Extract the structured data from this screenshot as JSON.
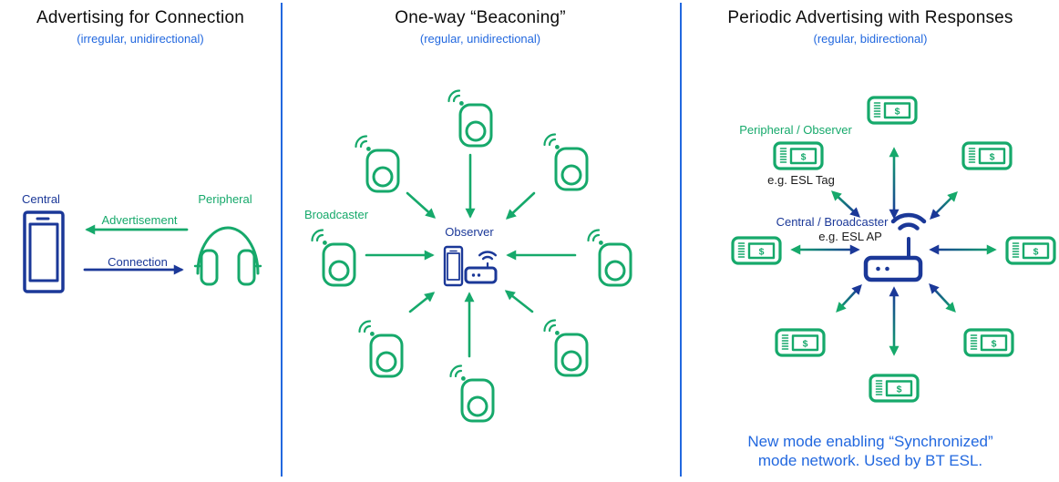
{
  "colors": {
    "green": "#16A96B",
    "dark_blue": "#1B3898",
    "bright_blue": "#2268DF",
    "text_black": "#0D0D0D"
  },
  "icons": {
    "dollar_glyph": "$"
  },
  "panels": {
    "left": {
      "title": "Advertising for Connection",
      "subtitle": "(irregular, unidirectional)",
      "labels": {
        "central": "Central",
        "peripheral": "Peripheral",
        "advertisement": "Advertisement",
        "connection": "Connection"
      }
    },
    "middle": {
      "title": "One-way “Beaconing”",
      "subtitle": "(regular, unidirectional)",
      "labels": {
        "broadcaster": "Broadcaster",
        "observer": "Observer"
      }
    },
    "right": {
      "title": "Periodic Advertising with Responses",
      "subtitle": "(regular, bidirectional)",
      "labels": {
        "peripheral_observer": "Peripheral / Observer",
        "esl_tag_example": "e.g. ESL Tag",
        "central_broadcaster": "Central / Broadcaster",
        "esl_ap_example": "e.g. ESL AP"
      },
      "note_line1": "New mode enabling “Synchronized”",
      "note_line2": "mode network. Used by BT ESL."
    }
  }
}
